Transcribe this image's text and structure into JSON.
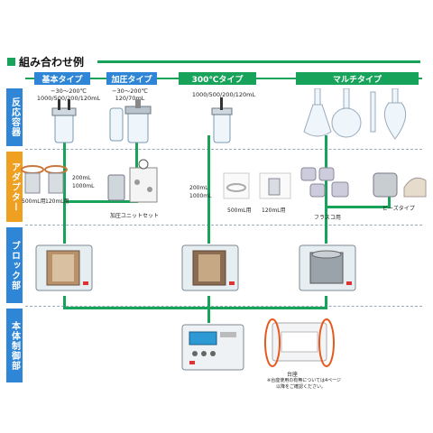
{
  "section_title": "組み合わせ例",
  "rows": {
    "reactor": "反応容器",
    "adapter": "アダプター",
    "block": "ブロック部",
    "controller": "本体制御部"
  },
  "columns": [
    {
      "tab": "基本タイプ",
      "spec_temp": "−30〜200℃",
      "spec_vol": "1000/500/200/120mL"
    },
    {
      "tab": "加圧タイプ",
      "spec_temp": "−30〜200℃",
      "spec_vol": "120/70mL"
    },
    {
      "tab": "300℃タイプ",
      "spec_temp": "",
      "spec_vol": "1000/500/200/120mL"
    },
    {
      "tab": "マルチタイプ",
      "spec_temp": "",
      "spec_vol": ""
    }
  ],
  "adapter_labels": {
    "basic_500": "500mL用",
    "basic_120": "120mL用",
    "basic_sizes": "200mL\n1000mL",
    "pressure_unit": "加圧ユニットセット",
    "t300_sizes": "200mL\n1000mL",
    "t300_500": "500mL用",
    "t300_120": "120mL用",
    "flask": "フラスコ用",
    "beads": "ビーズタイプ"
  },
  "controller": {
    "stand_label": "台座",
    "stand_note_1": "※台座使用の有無については4ページ",
    "stand_note_2": "以降をご確認ください。"
  },
  "colors": {
    "green": "#17a35a",
    "blue": "#2f86d6",
    "orange": "#f0a020"
  }
}
